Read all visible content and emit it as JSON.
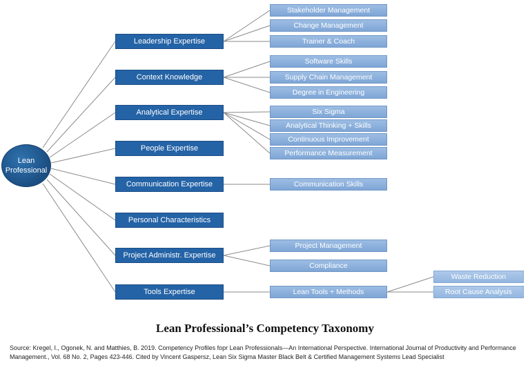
{
  "root": {
    "label_line1": "Lean",
    "label_line2": "Professional"
  },
  "categories": [
    {
      "label": "Leadership Expertise",
      "children": [
        "Stakeholder Management",
        "Change Management",
        "Trainer & Coach"
      ]
    },
    {
      "label": "Context Knowledge",
      "children": [
        "Software Skills",
        "Supply Chain Management",
        "Degree in Engineering"
      ]
    },
    {
      "label": "Analytical Expertise",
      "children": [
        "Six Sigma",
        "Analytical Thinking + Skills",
        "Continuous Improvement",
        "Performance Measurement"
      ]
    },
    {
      "label": "People Expertise",
      "children": []
    },
    {
      "label": "Communication Expertise",
      "children": [
        "Communication Skills"
      ]
    },
    {
      "label": "Personal Characteristics",
      "children": []
    },
    {
      "label": "Project Administr. Expertise",
      "children": [
        "Project Management",
        "Compliance"
      ]
    },
    {
      "label": "Tools Expertise",
      "children": [
        "Lean Tools + Methods"
      ]
    }
  ],
  "sub_children": [
    "Waste Reduction",
    "Root Cause Analysis"
  ],
  "title": "Lean Professional’s Competency Taxonomy",
  "source": "Source: Kregel, I., Ogonek, N. and Matthies, B. 2019. Competency Profiles fopr Lean Professionals—An International Perspective. International Journal of Productivity and Performance Management., Vol. 68 No. 2, Pages 423-446. Cited by Vincent Gaspersz, Lean Six Sigma Master Black Belt & Certified Management Systems Lead Specialist",
  "colors": {
    "category": "#2463a6",
    "leaf": "#8fb2dd",
    "line": "#8a8a8a"
  }
}
